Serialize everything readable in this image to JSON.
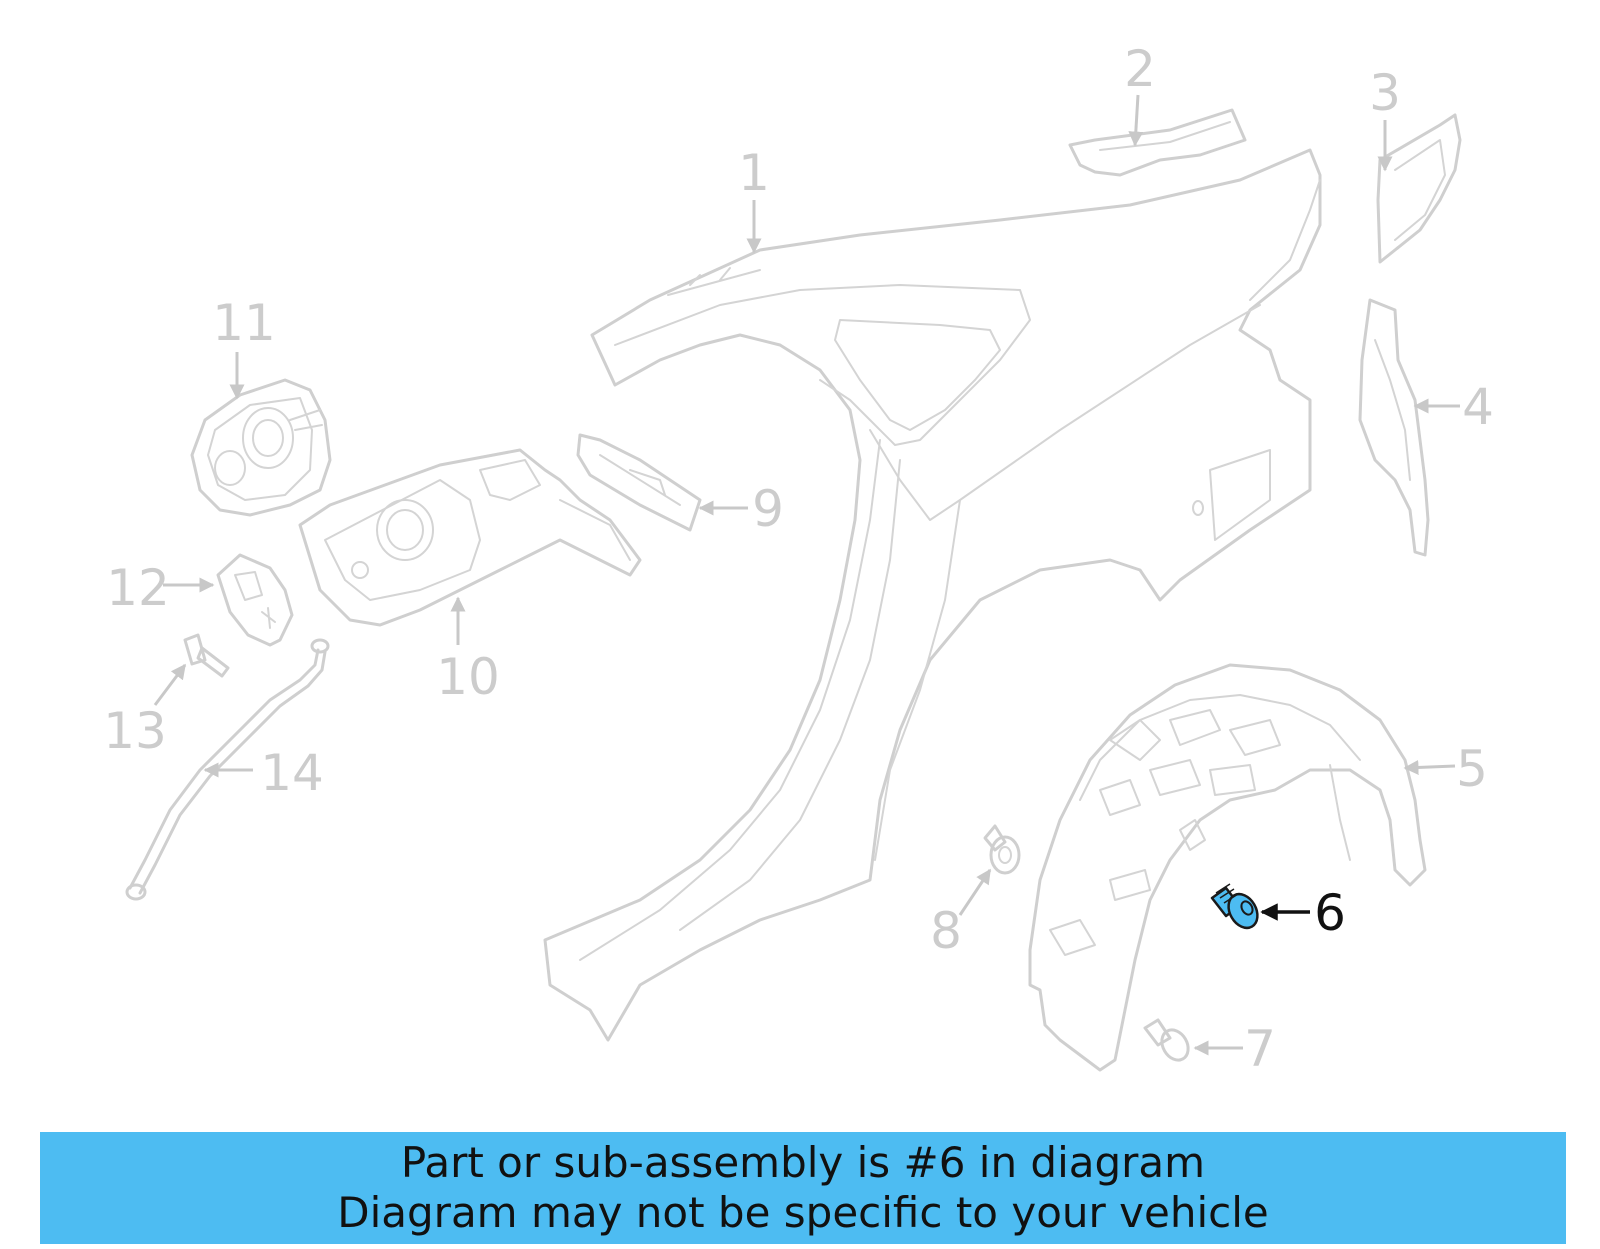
{
  "diagram": {
    "highlight_color": "#4dbcf2",
    "line_color": "#cfcfcf",
    "highlighted_part": "6",
    "callouts": [
      "1",
      "2",
      "3",
      "4",
      "5",
      "6",
      "7",
      "8",
      "9",
      "10",
      "11",
      "12",
      "13",
      "14"
    ]
  },
  "banner": {
    "line1": "Part or sub-assembly is #6 in diagram",
    "line2": "Diagram may not be specific to your vehicle"
  }
}
